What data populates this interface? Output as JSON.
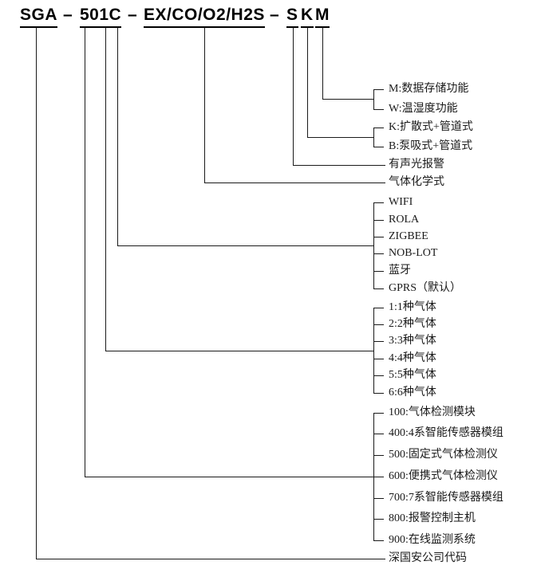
{
  "code": {
    "company": "SGA",
    "separator": "–",
    "series": "501C",
    "gas_formula": "EX/CO/O2/H2S",
    "suffix_s": "S",
    "suffix_k": "K",
    "suffix_m": "M"
  },
  "legend": {
    "storage": [
      "M:数据存储功能",
      "W:温湿度功能"
    ],
    "sampling": [
      "K:扩散式+管道式",
      "B:泵吸式+管道式"
    ],
    "alarm": "有声光报警",
    "gas_formula": "气体化学式",
    "communication": [
      "WIFI",
      "ROLA",
      "ZIGBEE",
      "NOB-LOT",
      "蓝牙",
      "GPRS（默认）"
    ],
    "gas_count": [
      "1:1种气体",
      "2:2种气体",
      "3:3种气体",
      "4:4种气体",
      "5:5种气体",
      "6:6种气体"
    ],
    "product_type": [
      "100:气体检测模块",
      "400:4系智能传感器模组",
      "500:固定式气体检测仪",
      "600:便携式气体检测仪",
      "700:7系智能传感器模组",
      "800:报警控制主机",
      "900:在线监测系统"
    ],
    "company_code": "深国安公司代码"
  },
  "colors": {
    "line": "#1a1a1a",
    "text": "#1a1a1a"
  }
}
